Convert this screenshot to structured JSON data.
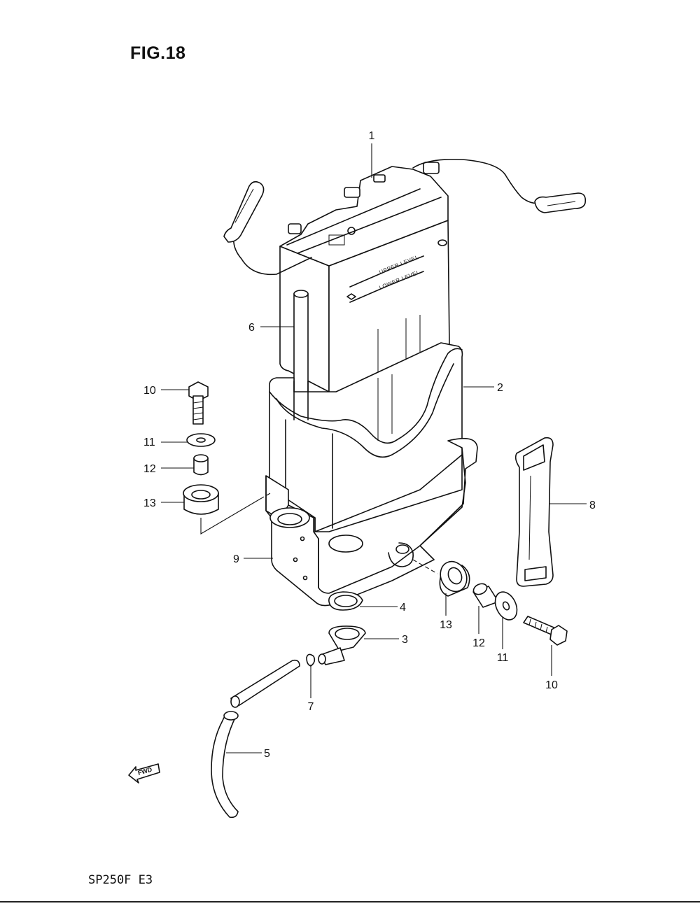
{
  "figure": {
    "title": "FIG.18"
  },
  "footer": {
    "model_code": "SP250F  E3"
  },
  "battery": {
    "upper_level_text": "UPPER LEVEL",
    "lower_level_text": "LOWER LEVEL"
  },
  "fwd_marker": {
    "text": "FWD"
  },
  "callouts": [
    {
      "id": "c1",
      "label": "1"
    },
    {
      "id": "c2",
      "label": "2"
    },
    {
      "id": "c3",
      "label": "3"
    },
    {
      "id": "c4",
      "label": "4"
    },
    {
      "id": "c5",
      "label": "5"
    },
    {
      "id": "c6",
      "label": "6"
    },
    {
      "id": "c7",
      "label": "7"
    },
    {
      "id": "c8",
      "label": "8"
    },
    {
      "id": "c9",
      "label": "9"
    },
    {
      "id": "c10a",
      "label": "10"
    },
    {
      "id": "c11a",
      "label": "11"
    },
    {
      "id": "c12a",
      "label": "12"
    },
    {
      "id": "c13a",
      "label": "13"
    },
    {
      "id": "c13b",
      "label": "13"
    },
    {
      "id": "c12b",
      "label": "12"
    },
    {
      "id": "c11b",
      "label": "11"
    },
    {
      "id": "c10b",
      "label": "10"
    }
  ]
}
